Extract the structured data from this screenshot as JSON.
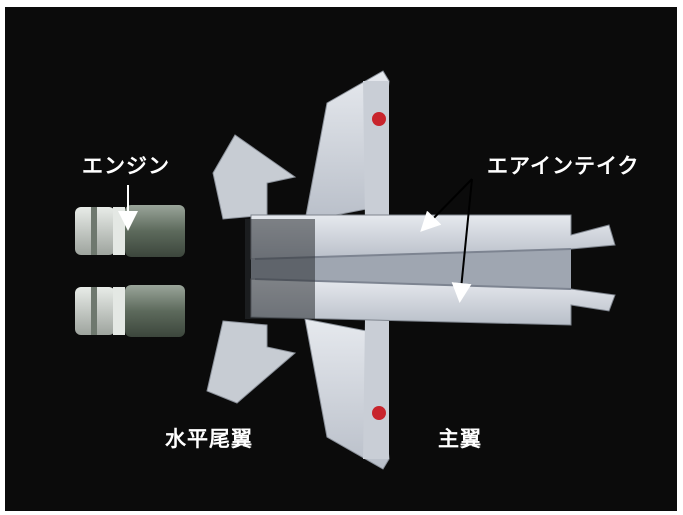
{
  "labels": {
    "engine": "エンジン",
    "air_intake": "エアインテイク",
    "horizontal_tail": "水平尾翼",
    "main_wing": "主翼"
  },
  "colors": {
    "background": "#0b0b0b",
    "frame": "#ffffff",
    "airframe": "#d9dde4",
    "airframe_shadow": "#aab0bb",
    "roundel": "#c8242c",
    "nozzle": "#5d6a5c",
    "annotation": "#ffffff"
  }
}
